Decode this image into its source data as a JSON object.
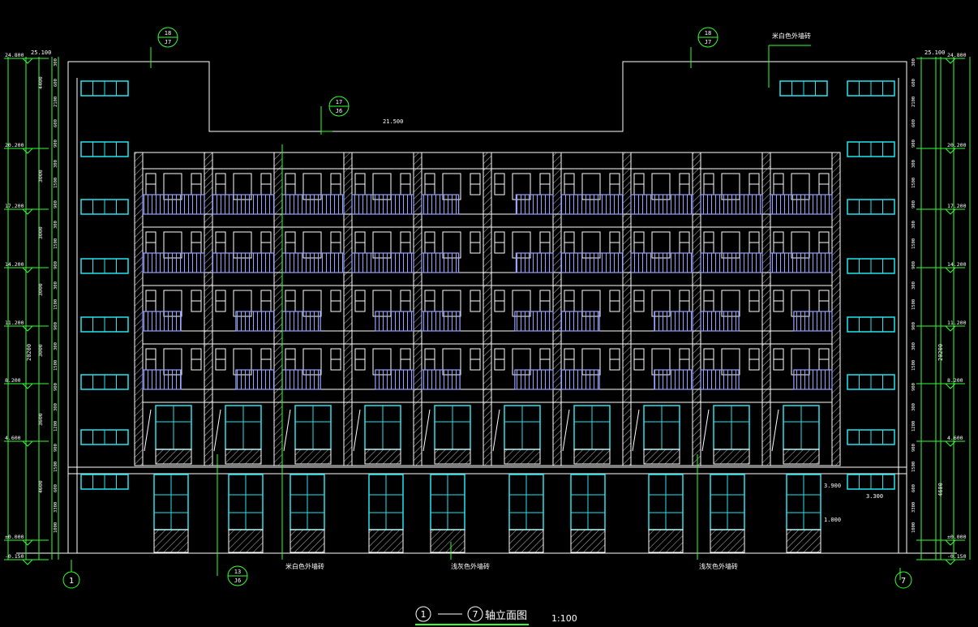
{
  "drawing": {
    "title_axis_start": "1",
    "title_axis_end": "7",
    "title_text": "轴立面图",
    "scale": "1:100"
  },
  "axes": {
    "left": "1",
    "right": "7"
  },
  "levels": {
    "left": [
      "24.800",
      "20.200",
      "17.200",
      "14.200",
      "11.200",
      "8.200",
      "4.600",
      "±0.000",
      "-0.150"
    ],
    "right": [
      "24.800",
      "20.200",
      "17.200",
      "14.200",
      "11.200",
      "8.200",
      "4.600",
      "±0.000",
      "-0.150"
    ],
    "top_left": "25.100",
    "top_right": "25.100",
    "mid_roof": "21.500",
    "side_a": "3.900",
    "side_b": "3.300",
    "side_c": "1.000"
  },
  "dimensions": {
    "left_storeys": [
      "4400",
      "3000",
      "3000",
      "3000",
      "3000",
      "3600",
      "4600"
    ],
    "left_total": "20200",
    "right_total": "20200",
    "right_base": "4600",
    "left_small": [
      "300",
      "600",
      "2100",
      "600",
      "900",
      "300",
      "1500",
      "900",
      "300",
      "1500",
      "900",
      "300",
      "1500",
      "900",
      "300",
      "1500",
      "900",
      "300",
      "1200",
      "900",
      "1500",
      "600",
      "3300",
      "1000"
    ]
  },
  "callouts": [
    {
      "top": "18",
      "bottom": "J7"
    },
    {
      "top": "18",
      "bottom": "J7"
    },
    {
      "top": "17",
      "bottom": "J6"
    },
    {
      "top": "13",
      "bottom": "J6"
    }
  ],
  "notes": {
    "top_right": "米白色外墙砖",
    "bottom_a": "米白色外墙砖",
    "bottom_b": "浅灰色外墙砖",
    "bottom_c": "浅灰色外墙砖"
  }
}
